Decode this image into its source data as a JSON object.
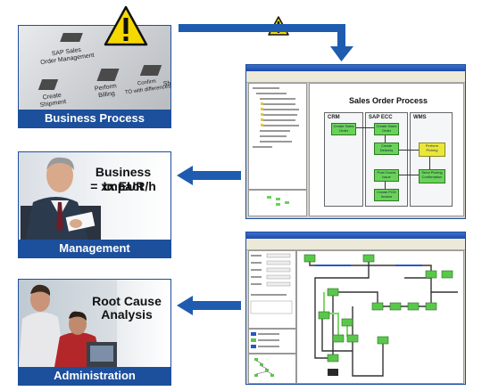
{
  "panels": {
    "business_process": {
      "caption": "Business Process",
      "labels": {
        "sap_sales": "SAP Sales\nOrder Management",
        "create_shipment": "Create\nShipment",
        "perform_billing": "Perform\nBilling",
        "confirm_to": "Confirm\nTO with differences",
        "trailing": "Sh"
      }
    },
    "management": {
      "caption": "Management",
      "heading_line1": "Business Impact",
      "heading_line2": "= xx EUR/h"
    },
    "administration": {
      "caption": "Administration",
      "heading_line1": "Root Cause",
      "heading_line2": "Analysis"
    }
  },
  "screenshot_top": {
    "title": "Sales Order Process",
    "lanes": [
      "CRM",
      "SAP ECC",
      "WMS"
    ],
    "boxes": {
      "crm_1": "Create Sales Order",
      "ecc_1": "Create Sales Order",
      "ecc_2": "Create Delivery",
      "ecc_3": "Post Goods Issue",
      "ecc_4": "Create POD Invoice",
      "wms_1": "Perform Picking",
      "wms_2": "Send Picking Confirmation"
    }
  },
  "colors": {
    "brand_blue": "#1c4f9c",
    "arrow_blue": "#1f5cb0",
    "warning_yellow": "#f5d800",
    "process_green": "#6ad25a",
    "process_yellow": "#e9e83a"
  }
}
